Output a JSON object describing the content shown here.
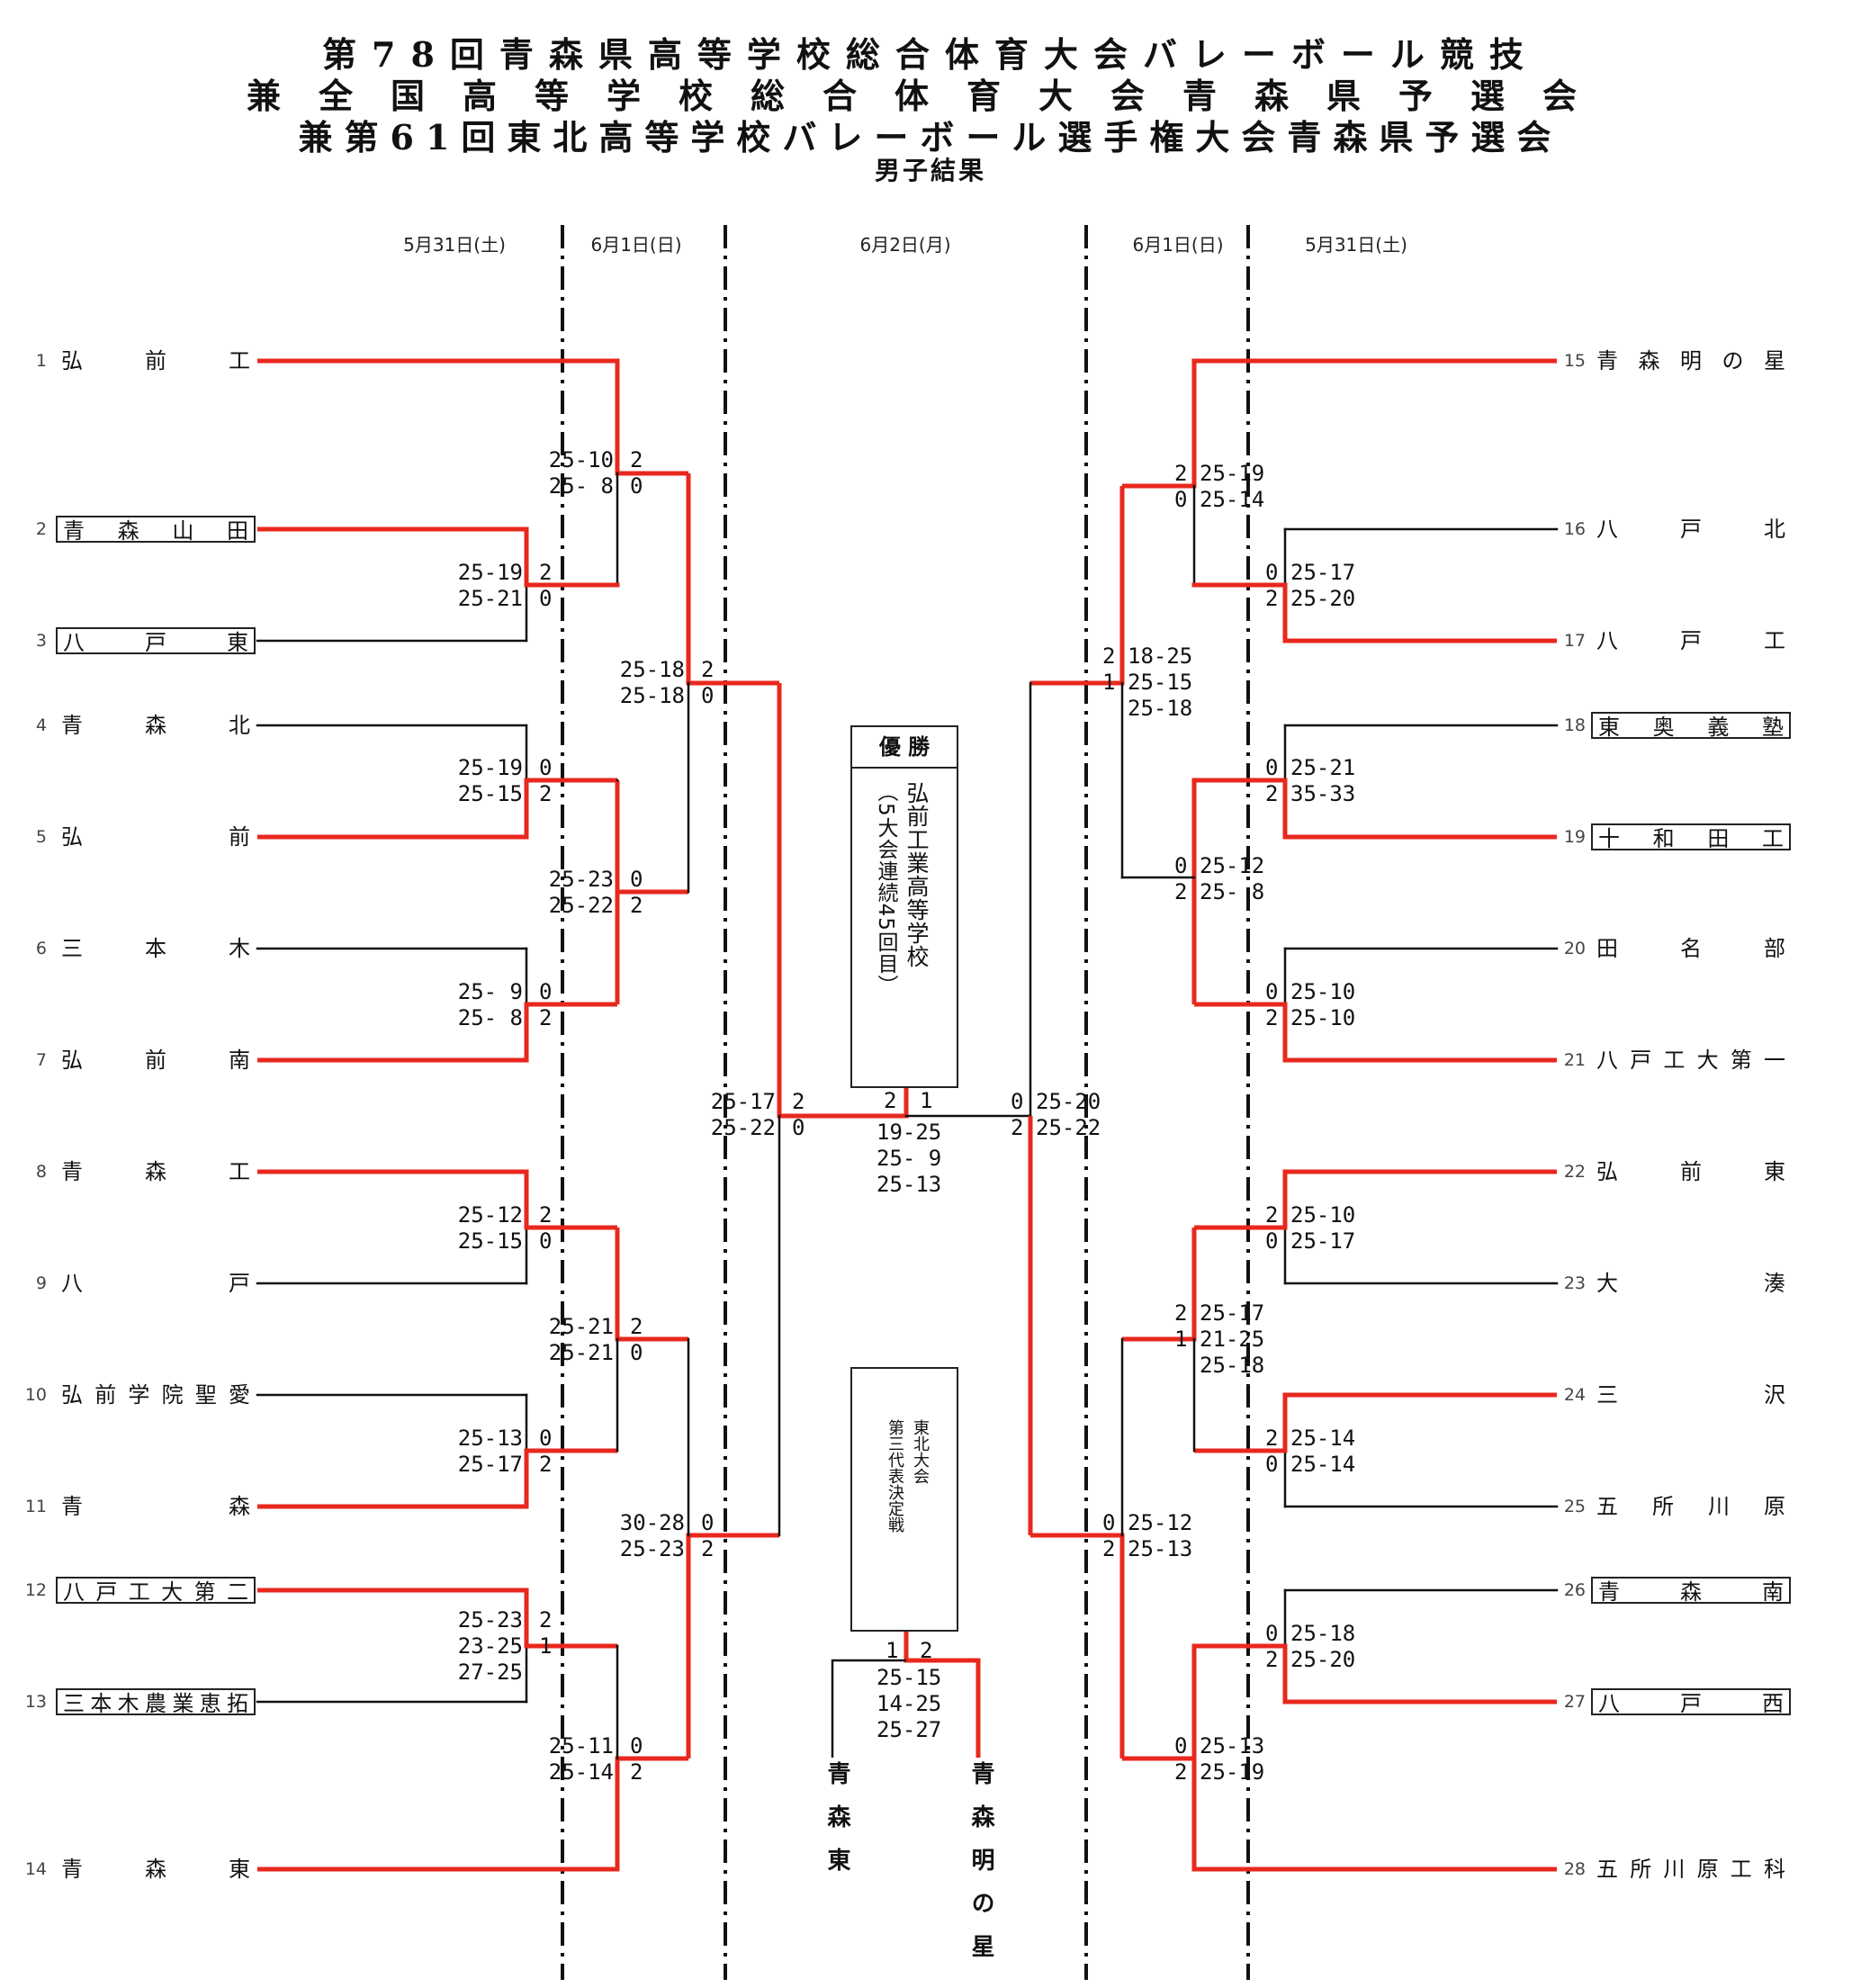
{
  "title": {
    "line1": "第78回青森県高等学校総合体育大会バレーボール競技",
    "line2": "兼全国高等学校総合体育大会青森県予選会",
    "line3": "兼第61回東北高等学校バレーボール選手権大会青森県予選会",
    "line4": "男子結果"
  },
  "dates": {
    "left_r1": "5月31日(土)",
    "left_r2": "6月1日(日)",
    "final": "6月2日(月)",
    "right_r2": "6月1日(日)",
    "right_r1": "5月31日(土)"
  },
  "teams": [
    {
      "no": "1",
      "name": "弘前工",
      "boxed": false
    },
    {
      "no": "2",
      "name": "青森山田",
      "boxed": true
    },
    {
      "no": "3",
      "name": "八戸東",
      "boxed": true
    },
    {
      "no": "4",
      "name": "青森北",
      "boxed": false
    },
    {
      "no": "5",
      "name": "弘前",
      "boxed": false
    },
    {
      "no": "6",
      "name": "三本木",
      "boxed": false
    },
    {
      "no": "7",
      "name": "弘前南",
      "boxed": false
    },
    {
      "no": "8",
      "name": "青森工",
      "boxed": false
    },
    {
      "no": "9",
      "name": "八戸",
      "boxed": false
    },
    {
      "no": "10",
      "name": "弘前学院聖愛",
      "boxed": false
    },
    {
      "no": "11",
      "name": "青森",
      "boxed": false
    },
    {
      "no": "12",
      "name": "八戸工大第二",
      "boxed": true
    },
    {
      "no": "13",
      "name": "三本木農業恵拓",
      "boxed": true
    },
    {
      "no": "14",
      "name": "青森東",
      "boxed": false
    },
    {
      "no": "15",
      "name": "青森明の星",
      "boxed": false
    },
    {
      "no": "16",
      "name": "八戸北",
      "boxed": false
    },
    {
      "no": "17",
      "name": "八戸工",
      "boxed": false
    },
    {
      "no": "18",
      "name": "東奥義塾",
      "boxed": true
    },
    {
      "no": "19",
      "name": "十和田工",
      "boxed": true
    },
    {
      "no": "20",
      "name": "田名部",
      "boxed": false
    },
    {
      "no": "21",
      "name": "八戸工大第一",
      "boxed": false
    },
    {
      "no": "22",
      "name": "弘前東",
      "boxed": false
    },
    {
      "no": "23",
      "name": "大湊",
      "boxed": false
    },
    {
      "no": "24",
      "name": "三沢",
      "boxed": false
    },
    {
      "no": "25",
      "name": "五所川原",
      "boxed": false
    },
    {
      "no": "26",
      "name": "青森南",
      "boxed": true
    },
    {
      "no": "27",
      "name": "八戸西",
      "boxed": true
    },
    {
      "no": "28",
      "name": "五所川原工科",
      "boxed": false
    }
  ],
  "matches": [
    {
      "id": "L1",
      "sets": "25-19\n25-21",
      "res": "2\n0"
    },
    {
      "id": "L2",
      "sets": "25-19\n25-15",
      "res": "0\n2"
    },
    {
      "id": "L3",
      "sets": "25- 9\n25- 8",
      "res": "0\n2"
    },
    {
      "id": "L4",
      "sets": "25-12\n25-15",
      "res": "2\n0"
    },
    {
      "id": "L5",
      "sets": "25-13\n25-17",
      "res": "0\n2"
    },
    {
      "id": "L6",
      "sets": "25-23\n23-25\n27-25",
      "res": "2\n1"
    },
    {
      "id": "L7",
      "sets": "25-10\n25- 8",
      "res": "2\n0"
    },
    {
      "id": "L8",
      "sets": "25-23\n25-22",
      "res": "0\n2"
    },
    {
      "id": "L9",
      "sets": "25-21\n25-21",
      "res": "2\n0"
    },
    {
      "id": "L10",
      "sets": "25-11\n25-14",
      "res": "0\n2"
    },
    {
      "id": "L11",
      "sets": "25-18\n25-18",
      "res": "2\n0"
    },
    {
      "id": "L12",
      "sets": "30-28\n25-23",
      "res": "0\n2"
    },
    {
      "id": "L13",
      "sets": "25-17\n25-22",
      "res": "2\n0"
    },
    {
      "id": "R1",
      "sets": "25-17\n25-20",
      "res": "0\n2"
    },
    {
      "id": "R2",
      "sets": "25-21\n35-33",
      "res": "0\n2"
    },
    {
      "id": "R3",
      "sets": "25-10\n25-10",
      "res": "0\n2"
    },
    {
      "id": "R4",
      "sets": "25-10\n25-17",
      "res": "2\n0"
    },
    {
      "id": "R5",
      "sets": "25-14\n25-14",
      "res": "2\n0"
    },
    {
      "id": "R6",
      "sets": "25-18\n25-20",
      "res": "0\n2"
    },
    {
      "id": "R7",
      "sets": "25-19\n25-14",
      "res": "2\n0"
    },
    {
      "id": "R8",
      "sets": "25-12\n25- 8",
      "res": "0\n2"
    },
    {
      "id": "R9",
      "sets": "25-17\n21-25\n25-18",
      "res": "2\n1"
    },
    {
      "id": "R10",
      "sets": "25-13\n25-19",
      "res": "0\n2"
    },
    {
      "id": "R11",
      "sets": "18-25\n25-15\n25-18",
      "res": "2\n1"
    },
    {
      "id": "R12",
      "sets": "25-12\n25-13",
      "res": "0\n2"
    },
    {
      "id": "R13",
      "sets": "25-20\n25-22",
      "res": "0\n2"
    }
  ],
  "final": {
    "sets": "19-25\n25- 9\n25-13",
    "left": "2",
    "right": "1"
  },
  "champion": {
    "heading": "優 勝",
    "school": "弘前工業高等学校",
    "note": "（5大会連続45回目）"
  },
  "third_place": {
    "label1": "東北大会",
    "label2": "第三代表決定戦",
    "sets": "25-15\n14-25\n25-27",
    "left_score": "1",
    "right_score": "2",
    "left_team": "青森東",
    "right_team": "青森明の星"
  },
  "colors": {
    "winner_line": "#e8281e",
    "line": "#111111"
  }
}
